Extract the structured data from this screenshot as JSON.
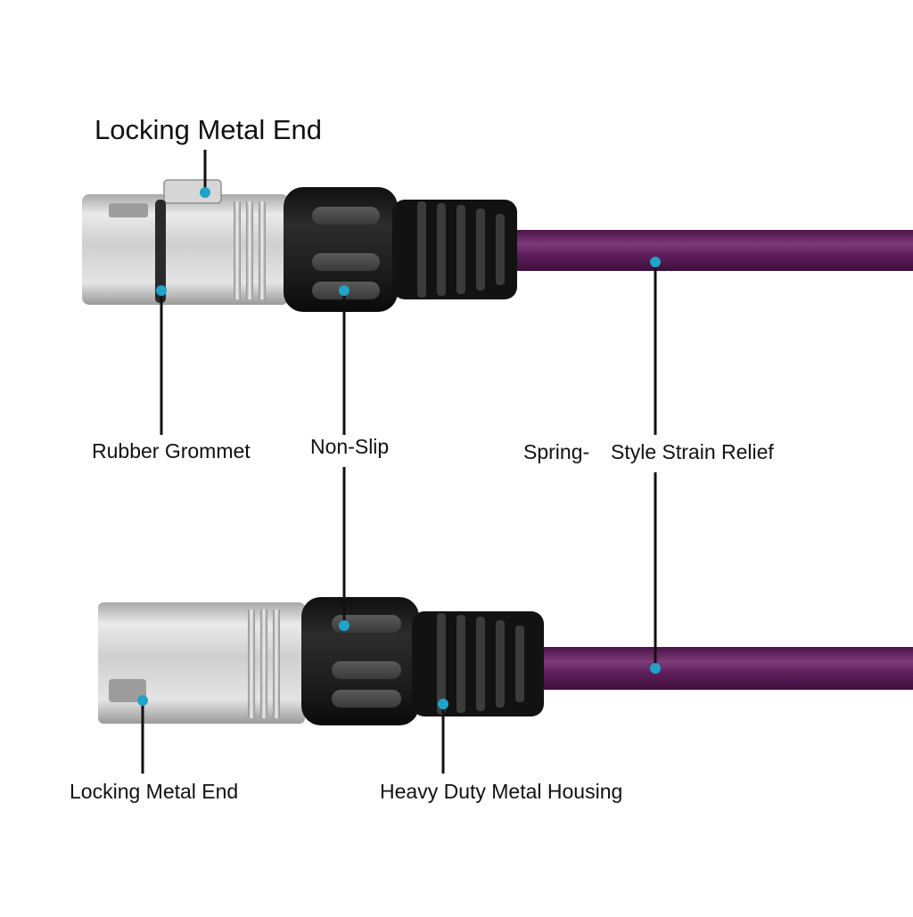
{
  "labels": {
    "top_locking_metal_end": "Locking Metal End",
    "rubber_grommet": "Rubber Grommet",
    "non_slip": "Non-Slip",
    "spring": "Spring-",
    "style_strain_relief": "Style Strain Relief",
    "bottom_locking_metal_end": "Locking Metal End",
    "heavy_duty_metal_housing": "Heavy Duty Metal Housing"
  },
  "colors": {
    "cable": "#5e1f5c",
    "cable_highlight": "#7e3a7a",
    "rubber_boot": "#1a1a1a",
    "metal": "#c9c9c9",
    "marker_dot": "#1fa3c9",
    "leader_line": "#111111"
  },
  "components": {
    "top_connector": "xlr-female-connector",
    "bottom_connector": "xlr-male-connector",
    "cable": "purple-cable"
  }
}
